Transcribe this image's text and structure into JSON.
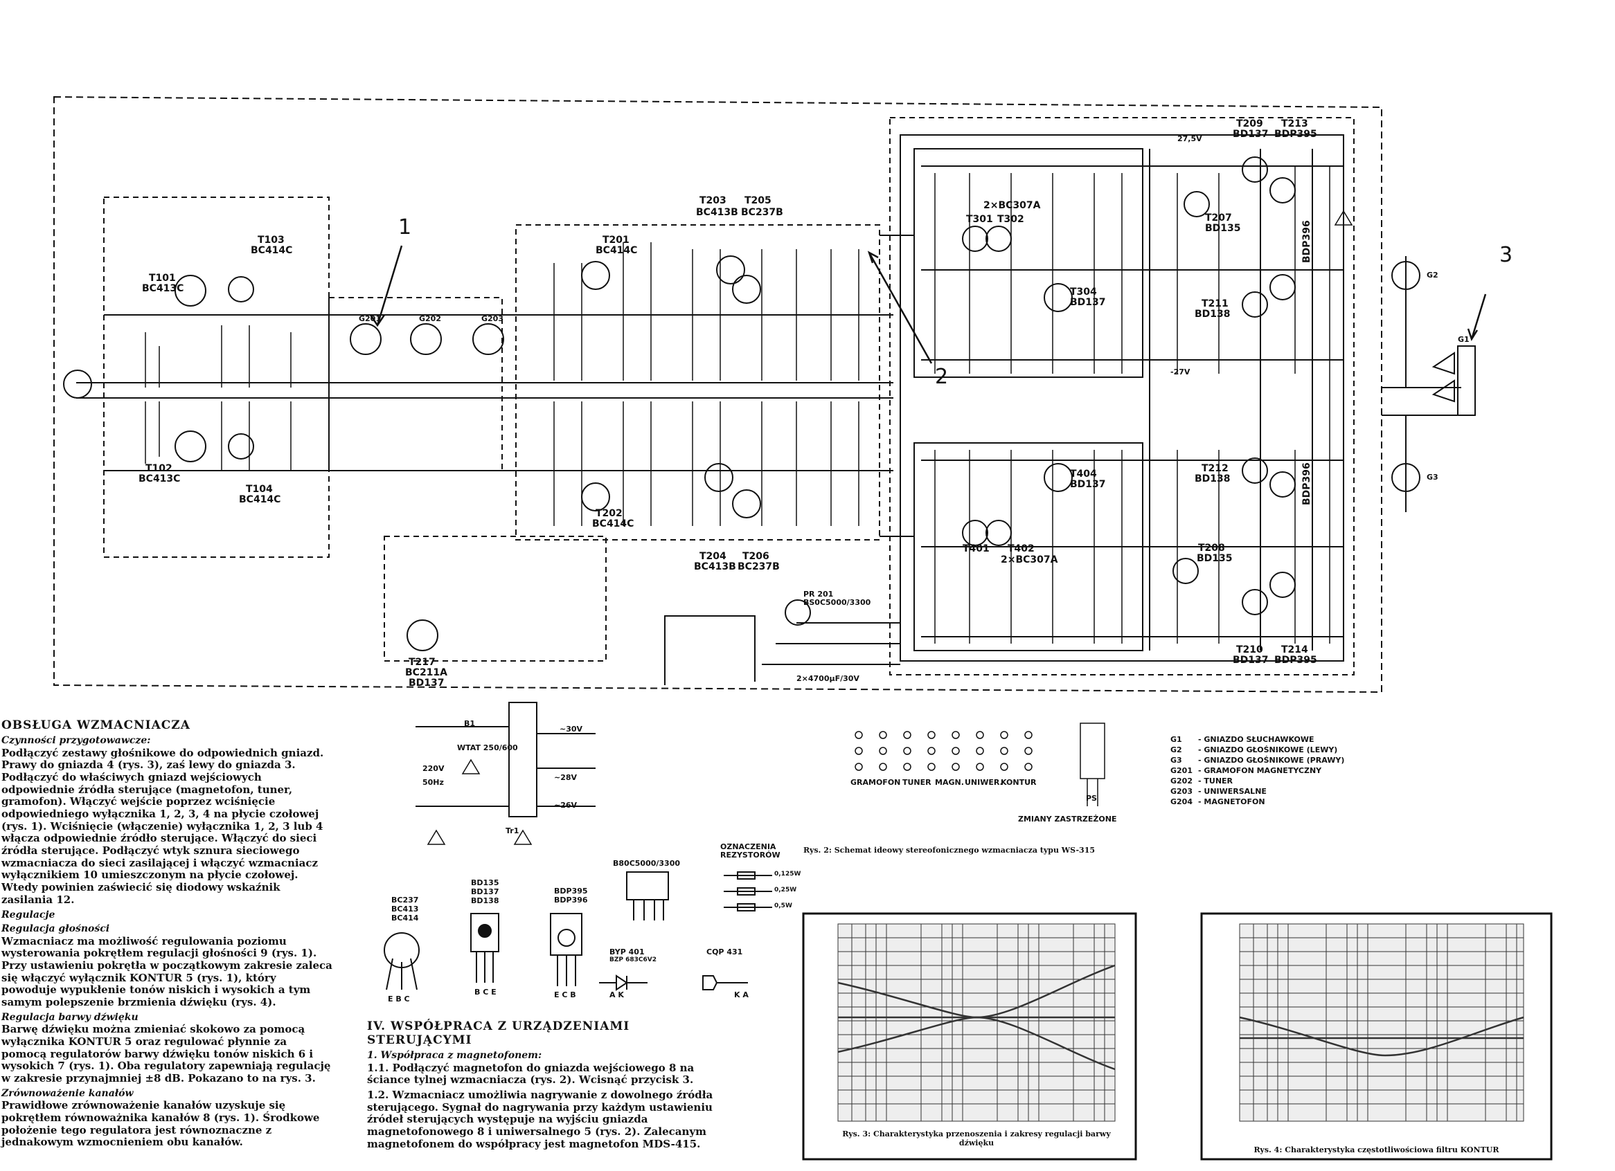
{
  "callouts": {
    "c1": "1",
    "c2": "2",
    "c3": "3"
  },
  "transistors": {
    "t101": "T101",
    "t101_type": "BC413C",
    "t103": "T103",
    "t103_type": "BC414C",
    "t102": "T102",
    "t102_type": "BC413C",
    "t104": "T104",
    "t104_type": "BC414C",
    "t201": "T201",
    "t201_type": "BC414C",
    "t202": "T202",
    "t202_type": "BC414C",
    "t203": "T203",
    "t203_type": "BC413B",
    "t205": "T205",
    "t205_type": "BC237B",
    "t204": "T204",
    "t204_type": "BC413B",
    "t206": "T206",
    "t206_type": "BC237B",
    "t217": "T217",
    "t217_type": "BC211A",
    "t217_type2": "BD137",
    "t301": "T301",
    "t302": "T302",
    "t30x_type": "2×BC307A",
    "t304": "T304",
    "t304_type": "BD137",
    "t401": "T401",
    "t402": "T402",
    "t40x_type": "2×BC307A",
    "t404": "T404",
    "t404_type": "BD137",
    "t207": "T207",
    "t207_type": "BD135",
    "t209": "T209",
    "t209_type": "BD137",
    "t213": "T213",
    "t213_type": "BDP395",
    "t211": "T211",
    "t211_type": "BD138",
    "t212": "T212",
    "t212_type": "BD138",
    "t208": "T208",
    "t208_type": "BD135",
    "t210": "T210",
    "t210_type": "BD137",
    "t214": "T214",
    "t214_type": "BDP395",
    "t215": "BDP396",
    "t216": "BDP396"
  },
  "sockets": {
    "g201": "G201",
    "g202": "G202",
    "g203": "G203",
    "g1": "G1",
    "g2": "G2",
    "g3": "G3"
  },
  "power": {
    "v_mains": "220V",
    "hz": "50Hz",
    "tr1": "Tr1",
    "fuse1": "WTAT 250/600",
    "fuse_label": "B1",
    "v1": "~30V",
    "v2": "~28V",
    "v3": "~26V",
    "v27p": "27,5V",
    "v27n": "-27V",
    "rect": "BS0C5000/3300",
    "pr": "PR 201",
    "cap": "2×4700μF/30V"
  },
  "switch_panel": {
    "labels": [
      "GRAMOFON",
      "TUNER",
      "MAGN.",
      "UNIWER.",
      "KONTUR"
    ],
    "ps": "PS",
    "zmiany": "ZMIANY  ZASTRZEŻONE"
  },
  "legend": [
    {
      "key": "G1",
      "value": "- GNIAZDO  SŁUCHAWKOWE"
    },
    {
      "key": "G2",
      "value": "- GNIAZDO  GŁOŚNIKOWE (LEWY)"
    },
    {
      "key": "G3",
      "value": "- GNIAZDO  GŁOŚNIKOWE (PRAWY)"
    },
    {
      "key": "G201",
      "value": "- GRAMOFON  MAGNETYCZNY"
    },
    {
      "key": "G202",
      "value": "- TUNER"
    },
    {
      "key": "G203",
      "value": "- UNIWERSALNE"
    },
    {
      "key": "G204",
      "value": "- MAGNETOFON"
    }
  ],
  "fig2_caption": "Rys. 2: Schemat ideowy stereofonicznego wzmacniacza typu WS-315",
  "fig3_caption": "Rys. 3: Charakterystyka przenoszenia i zakresy regulacji barwy dźwięku",
  "fig4_caption": "Rys. 4: Charakterystyka częstotliwościowa filtru KONTUR",
  "pinouts": {
    "small": [
      "BC237",
      "BC413",
      "BC414"
    ],
    "small_pins": "E B C",
    "med": [
      "BD135",
      "BD137",
      "BD138"
    ],
    "med_pins": "B C E",
    "power": [
      "BDP395",
      "BDP396"
    ],
    "power_pins": "E C B",
    "bridge": "B80C5000/3300",
    "diode1": "BYP 401",
    "diode1_sub": "BZP 683C6V2",
    "diode1_pins": "A    K",
    "led": "CQP 431",
    "led_pins": "K A",
    "res_title": "OZNACZENIA REZYSTORÓW",
    "res": [
      "0,125W",
      "0,25W",
      "0,5W"
    ]
  },
  "text_left": {
    "title": "OBSŁUGA WZMACNIACZA",
    "s1_title": "Czynności przygotowawcze:",
    "s1": "Podłączyć zestawy głośnikowe do odpowiednich gniazd. Prawy do gniazda 4 (rys. 3), zaś lewy do gniazda 3. Podłączyć do właściwych gniazd wejściowych odpowiednie źródła sterujące (magnetofon, tuner, gramofon). Włączyć wejście poprzez wciśnięcie odpowiedniego wyłącznika 1, 2, 3, 4 na płycie czołowej (rys. 1). Wciśnięcie (włączenie) wyłącznika 1, 2, 3 lub 4 włącza odpowiednie źródło sterujące. Włączyć do sieci źródła sterujące. Podłączyć wtyk sznura sieciowego wzmacniacza do sieci zasilającej i włączyć wzmacniacz wyłącznikiem 10 umieszczonym na płycie czołowej. Wtedy powinien zaświecić się diodowy wskaźnik zasilania 12.",
    "s2_title": "Regulacje",
    "s3_title": "Regulacja głośności",
    "s3": "Wzmacniacz ma możliwość regulowania poziomu wysterowania pokrętłem regulacji głośności 9 (rys. 1). Przy ustawieniu pokrętła w początkowym zakresie zaleca się włączyć wyłącznik KONTUR 5 (rys. 1), który powoduje wypukłenie tonów niskich i wysokich a tym samym polepszenie brzmienia dźwięku (rys. 4).",
    "s4_title": "Regulacja barwy dźwięku",
    "s4": "Barwę dźwięku można zmieniać skokowo za pomocą wyłącznika KONTUR 5 oraz regulować płynnie za pomocą regulatorów barwy dźwięku tonów niskich 6 i wysokich 7 (rys. 1). Oba regulatory zapewniają regulację w zakresie przynajmniej ±8 dB. Pokazano to na rys. 3.",
    "s5_title": "Zrównoważenie kanałów",
    "s5": "Prawidłowe zrównoważenie kanałów uzyskuje się pokrętłem równoważnika kanałów 8 (rys. 1). Środkowe położenie tego regulatora jest równoznaczne z jednakowym wzmocnieniem obu kanałów."
  },
  "text_mid": {
    "title": "IV. WSPÓŁPRACA Z URZĄDZENIAMI STERUJĄCYMI",
    "p1_title": "1. Współpraca z magnetofonem:",
    "p11": "1.1. Podłączyć magnetofon do gniazda wejściowego 8 na ściance tylnej wzmacniacza (rys. 2). Wcisnąć przycisk 3.",
    "p12": "1.2. Wzmacniacz umożliwia nagrywanie z dowolnego źródła sterującego. Sygnał do nagrywania przy każdym ustawieniu źródeł sterujących występuje na wyjściu gniazda magnetofonowego 8 i uniwersalnego 5 (rys. 2). Zalecanym magnetofonem do współpracy jest magnetofon MDS-415."
  },
  "chart_data": [
    {
      "type": "line",
      "title": "Rys. 3: Charakterystyka przenoszenia i zakresy regulacji barwy dźwięku",
      "series": [
        {
          "values": []
        }
      ]
    },
    {
      "type": "line",
      "title": "Rys. 4: Charakterystyka częstotliwościowa filtru KONTUR",
      "series": [
        {
          "values": []
        }
      ]
    }
  ]
}
